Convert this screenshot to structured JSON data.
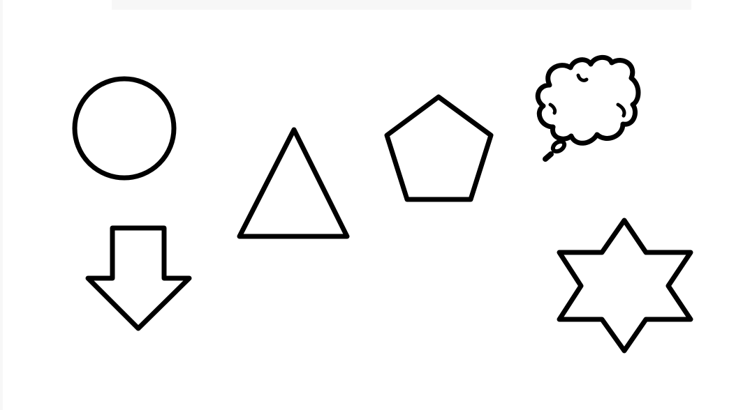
{
  "canvas": {
    "background": "#ffffff",
    "stroke_color": "#000000",
    "border_tint": "#f3f3f3"
  },
  "shapes": [
    {
      "name": "circle-shape",
      "kind": "circle"
    },
    {
      "name": "triangle-shape",
      "kind": "triangle"
    },
    {
      "name": "pentagon-shape",
      "kind": "pentagon"
    },
    {
      "name": "cloud-callout-shape",
      "kind": "cloud callout"
    },
    {
      "name": "down-arrow-shape",
      "kind": "down arrow"
    },
    {
      "name": "six-point-star-shape",
      "kind": "six-pointed star"
    }
  ]
}
